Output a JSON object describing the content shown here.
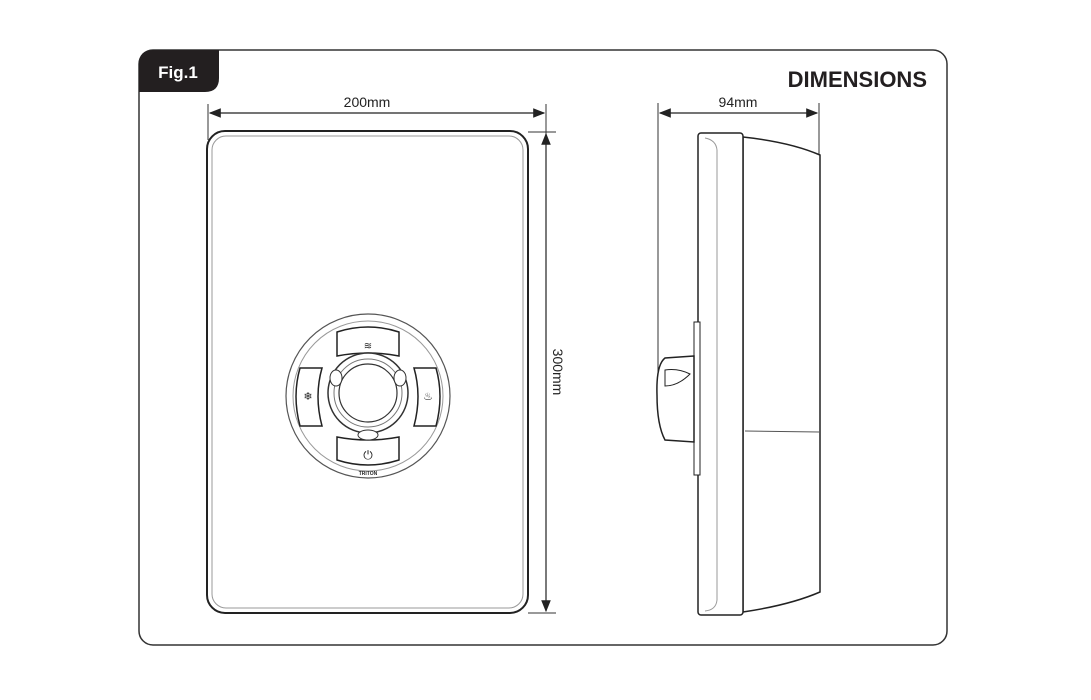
{
  "figure_label": "Fig.1",
  "title": "DIMENSIONS",
  "front_view": {
    "width_label": "200mm",
    "height_label": "300mm",
    "brand": "TRITON"
  },
  "side_view": {
    "depth_label": "94mm"
  }
}
